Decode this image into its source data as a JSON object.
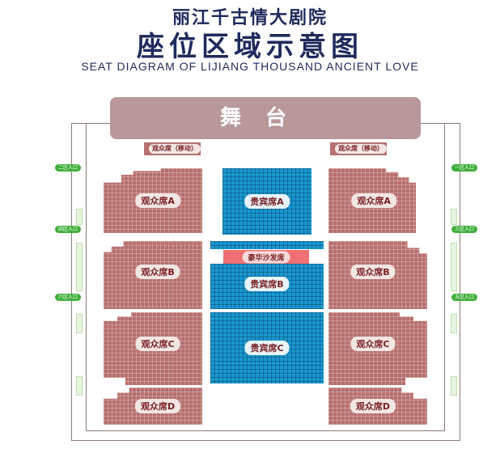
{
  "header": {
    "title_cn_small": "丽江千古情大剧院",
    "title_cn_large": "座位区域示意图",
    "title_en": "SEAT DIAGRAM OF  LIJIANG THOUSAND ANCIENT LOVE"
  },
  "stage": {
    "label": "舞台"
  },
  "mobile_seats": {
    "left": "观众席（移动）",
    "right": "观众席（移动）"
  },
  "sections": {
    "left_a": "观众席A",
    "left_b": "观众席B",
    "left_c": "观众席C",
    "left_d": "观众席D",
    "right_a": "观众席A",
    "right_b": "观众席B",
    "right_c": "观众席C",
    "right_d": "观众席D",
    "vip_a": "贵宾席A",
    "luxury_sofa": "豪华沙发席",
    "vip_b": "贵宾席B",
    "vip_c": "贵宾席C"
  },
  "entrances": {
    "left": [
      "二区入口",
      "四区入口",
      "六区入口"
    ],
    "right": [
      "一区入口",
      "三区入口",
      "五区入口"
    ]
  },
  "colors": {
    "audience": "#b7706f",
    "vip": "#1a98cf",
    "sofa": "#ef6f73",
    "stage": "#b8989a",
    "entrance": "#3fae3a",
    "title": "#1f2a5c"
  }
}
